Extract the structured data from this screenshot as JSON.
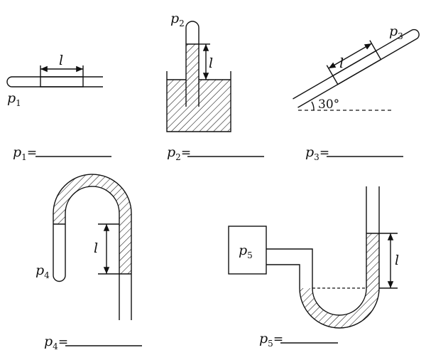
{
  "figures": {
    "fig1": {
      "var": "p",
      "sub": "1",
      "length_label": "l"
    },
    "fig2": {
      "var": "p",
      "sub": "2",
      "length_label": "l"
    },
    "fig3": {
      "var": "p",
      "sub": "3",
      "length_label": "l",
      "angle": "30°"
    },
    "fig4": {
      "var": "p",
      "sub": "4",
      "length_label": "l"
    },
    "fig5": {
      "var": "p",
      "sub": "5",
      "length_label": "l"
    }
  },
  "answers": [
    {
      "var": "p",
      "sub": "1",
      "eq": "="
    },
    {
      "var": "p",
      "sub": "2",
      "eq": "="
    },
    {
      "var": "p",
      "sub": "3",
      "eq": "="
    },
    {
      "var": "p",
      "sub": "4",
      "eq": "="
    },
    {
      "var": "p",
      "sub": "5",
      "eq": "="
    }
  ]
}
